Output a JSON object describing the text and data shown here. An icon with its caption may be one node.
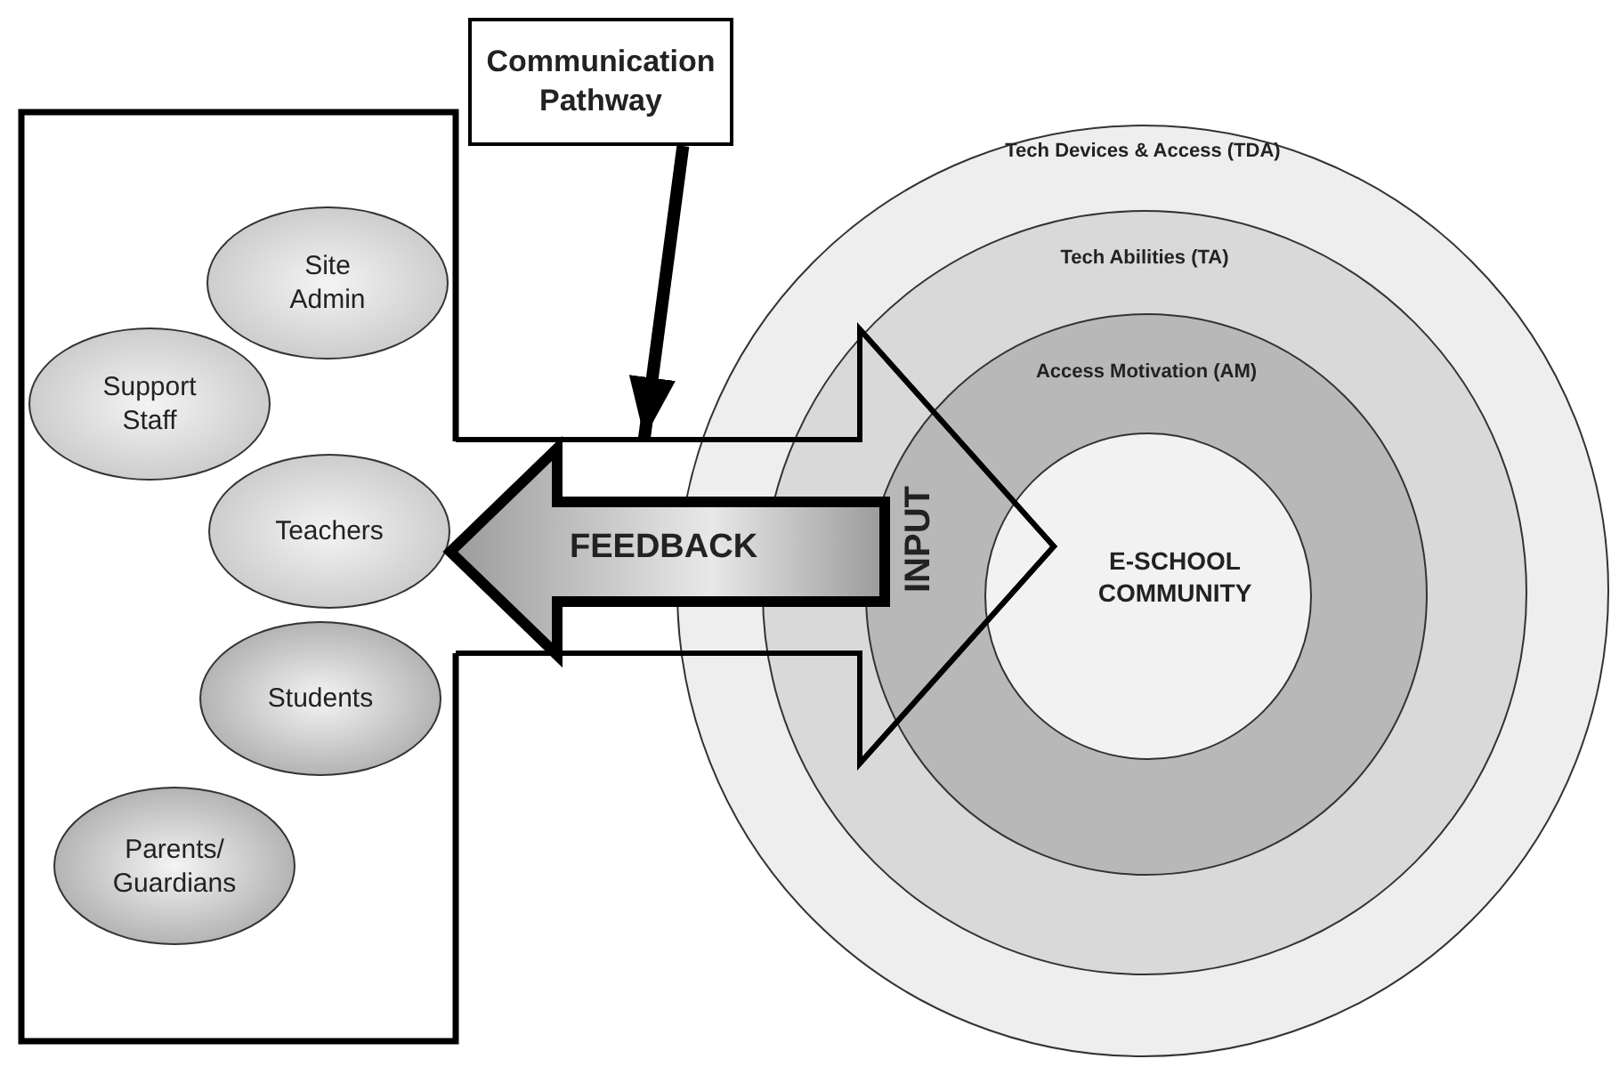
{
  "diagram": {
    "nodes": [
      {
        "text": [
          "Communication Pathway"
        ]
      },
      {
        "text": [],
        "shape": "box"
      },
      {
        "text": [
          "Site Admin"
        ],
        "in": 1
      },
      {
        "text": [
          "Support Staff"
        ],
        "in": 1
      },
      {
        "text": [
          "Teachers"
        ],
        "in": 1
      },
      {
        "text": [
          "Students"
        ],
        "in": 1
      },
      {
        "text": [
          "Parents/ Guardians"
        ],
        "in": 1
      },
      {
        "text": [
          "Tech Devices & Access (TDA)"
        ]
      },
      {
        "text": [
          "Tech Abilities (TA)"
        ],
        "in": 7
      },
      {
        "text": [
          "Access Motivation (AM)"
        ],
        "in": 8
      },
      {
        "text": [
          "E-SCHOOL COMMUNITY"
        ],
        "in": 9
      }
    ],
    "edges": [
      {
        "from": 0,
        "to": 7,
        "arrow": "to",
        "style": "thick"
      },
      {
        "from": 1,
        "to": 10,
        "arrow": "to",
        "label": "INPUT"
      },
      {
        "from": 10,
        "to": 4,
        "arrow": "to",
        "label": "FEEDBACK"
      }
    ]
  }
}
